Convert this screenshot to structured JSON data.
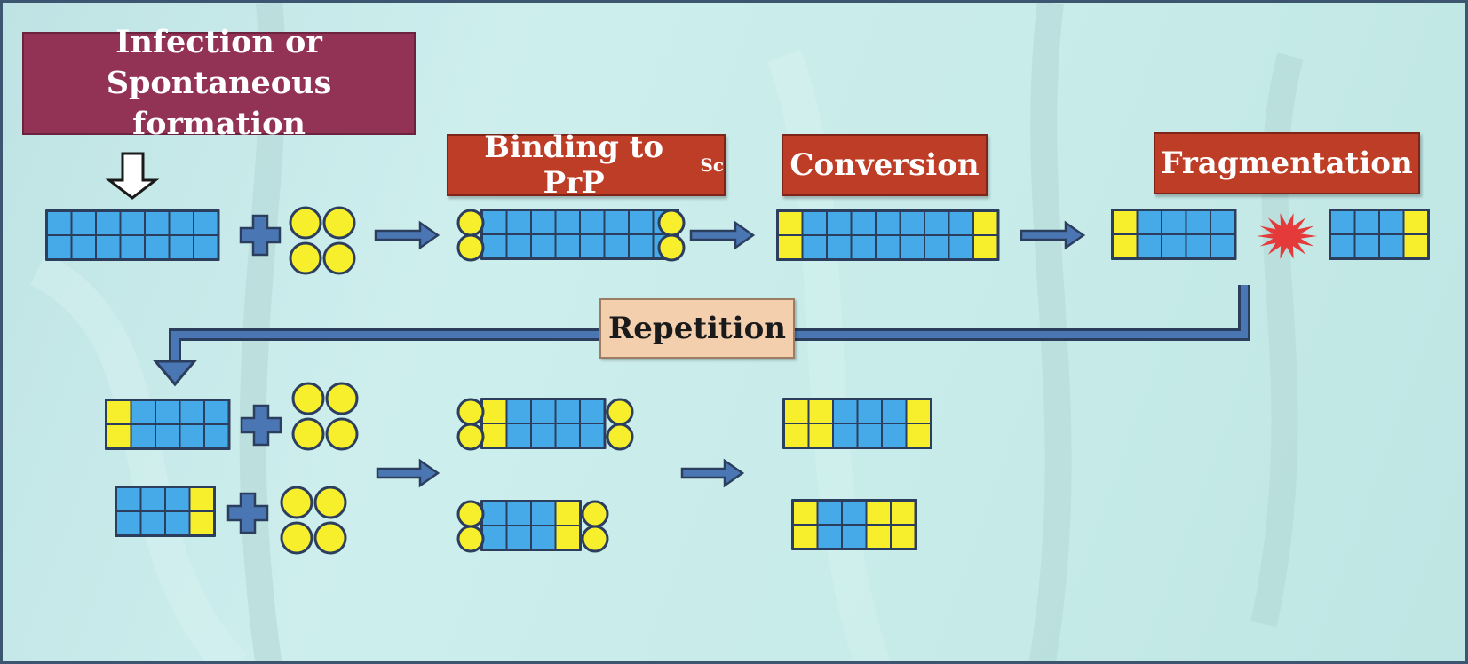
{
  "labels": {
    "start_line1": "Infection or",
    "start_line2": "Spontaneous formation",
    "binding": "Binding to PrP",
    "binding_sup": "Sc",
    "conversion": "Conversion",
    "fragmentation": "Fragmentation",
    "repetition": "Repetition"
  },
  "colors": {
    "normal_cell": "#46a9e8",
    "converted_cell": "#f7ee2c",
    "monomer": "#f7ee2c",
    "outline": "#2c3e5e",
    "arrow": "#4a77b4",
    "burst": "#e53a3a",
    "start_box": "#923355",
    "step_box": "#bd3d27",
    "repetition_box": "#f3cfae"
  },
  "icons": {
    "monomer": "circle",
    "plus": "plus-icon",
    "arrow": "right-arrow-icon",
    "burst": "starburst-icon"
  }
}
